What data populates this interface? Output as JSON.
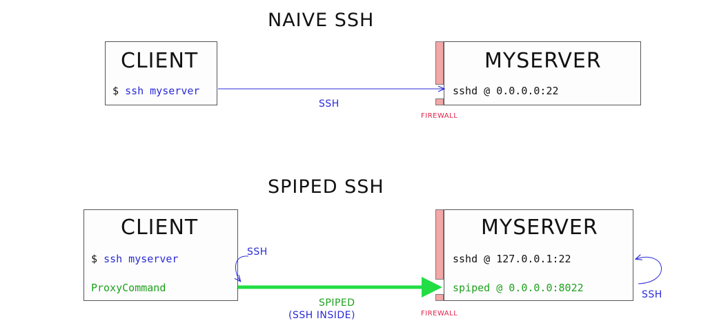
{
  "naive": {
    "title": "NAIVE SSH",
    "client_title": "CLIENT",
    "client_cmd_prompt": "$",
    "client_cmd_text": "ssh myserver",
    "server_title": "MYSERVER",
    "server_line": "sshd @ 0.0.0.0:22",
    "arrow_label": "SSH",
    "firewall_label": "FIREWALL"
  },
  "spiped": {
    "title": "SPIPED SSH",
    "client_title": "CLIENT",
    "client_cmd_prompt": "$",
    "client_cmd_text": "ssh myserver",
    "client_proxy": "ProxyCommand",
    "client_loop_label": "SSH",
    "server_title": "MYSERVER",
    "server_line1": "sshd @ 127.0.0.1:22",
    "server_line2": "spiped @ 0.0.0.0:8022",
    "server_loop_label": "SSH",
    "arrow_label_line1": "SPIPED",
    "arrow_label_line2": "(SSH INSIDE)",
    "firewall_label": "FIREWALL"
  },
  "colors": {
    "blue": "#2a2ad8",
    "green": "#1ea11e",
    "green_arrow": "#22dd44",
    "firewall_fill": "#f4a7a7",
    "firewall_text": "#e0224a"
  }
}
